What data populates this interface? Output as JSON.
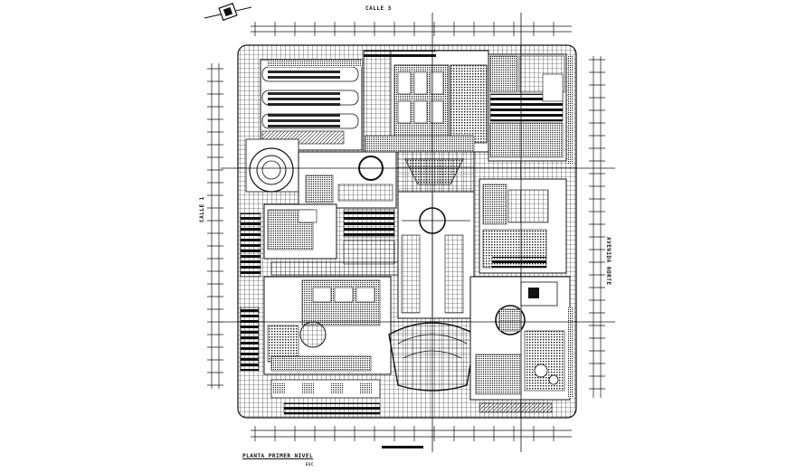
{
  "drawing": {
    "street_top": "CALLE 3",
    "street_left": "CALLE 1",
    "street_right": "AVENIDA NORTE",
    "title": "PLANTA PRIMER NIVEL",
    "scale": "ESC"
  },
  "colors": {
    "line": "#111111",
    "fill_dark": "#222222",
    "background": "#ffffff"
  }
}
